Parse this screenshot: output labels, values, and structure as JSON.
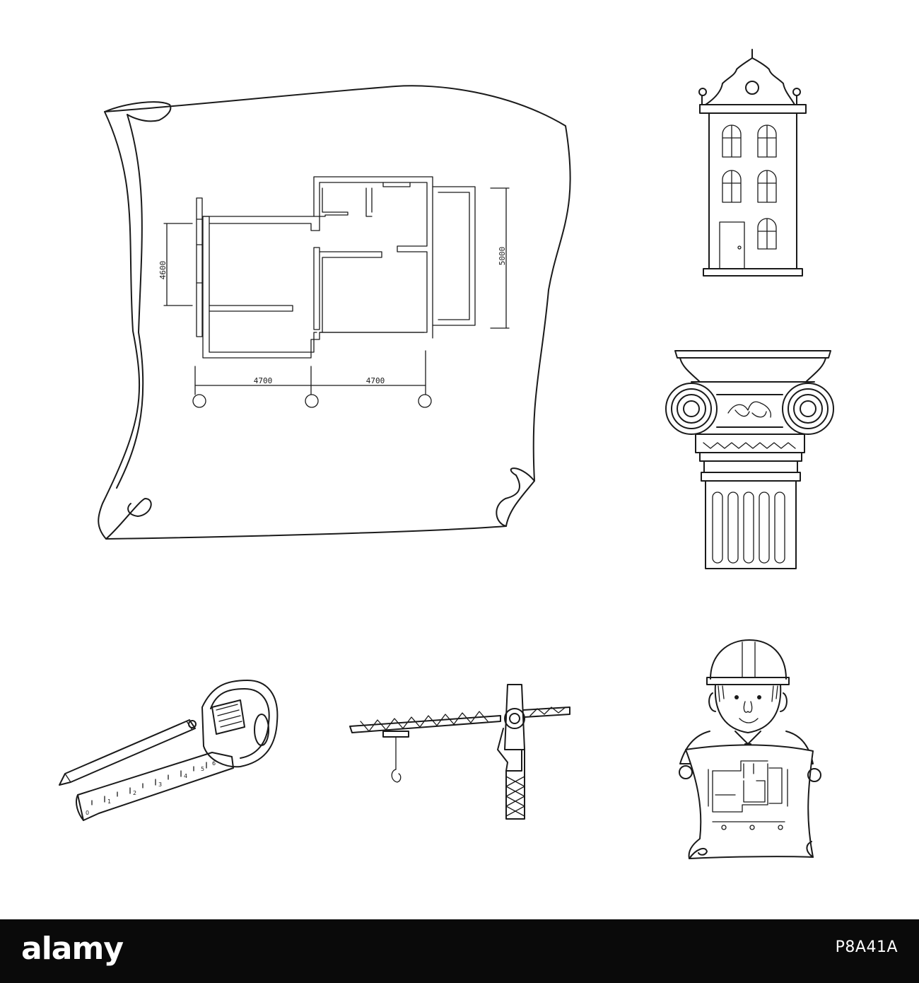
{
  "blueprint": {
    "dimensions": {
      "left_height": "4600",
      "right_height": "5000",
      "bottom_left": "4700",
      "bottom_right": "4700"
    }
  },
  "tape_measure": {
    "ticks": [
      "0",
      "1",
      "2",
      "3",
      "4",
      "5",
      "6"
    ]
  },
  "footer": {
    "brand": "alamy",
    "image_id": "P8A41A"
  }
}
